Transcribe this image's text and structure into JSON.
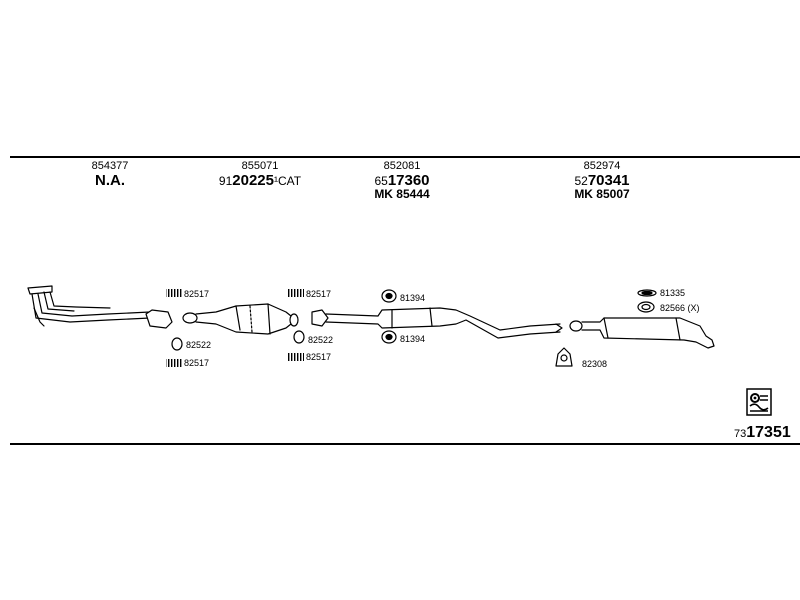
{
  "header": {
    "columns": [
      {
        "part": "854377",
        "main": "N.A.",
        "main_prefix": "",
        "suffix": "",
        "mk": ""
      },
      {
        "part": "855071",
        "main_prefix": "91",
        "main": "20225",
        "suffix": "¹CAT",
        "mk": ""
      },
      {
        "part": "852081",
        "main_prefix": "65",
        "main": "17360",
        "suffix": "",
        "mk": "MK 85444"
      },
      {
        "part": "852974",
        "main_prefix": "52",
        "main": "70341",
        "suffix": "",
        "mk": "MK 85007"
      }
    ]
  },
  "labels": {
    "clamp1_top": "82517",
    "gasket1": "82522",
    "clamp1_bottom": "82517",
    "clamp2_top": "82517",
    "gasket2": "82522",
    "clamp2_bottom": "82517",
    "hanger_top": "81394",
    "hanger_bottom": "81394",
    "ring_top": "81335",
    "ring_bottom": "82566 (X)",
    "bracket": "82308"
  },
  "diagram_id": {
    "prefix": "73",
    "main": "17351"
  },
  "icons": {
    "reference": "gear-doc-icon"
  }
}
